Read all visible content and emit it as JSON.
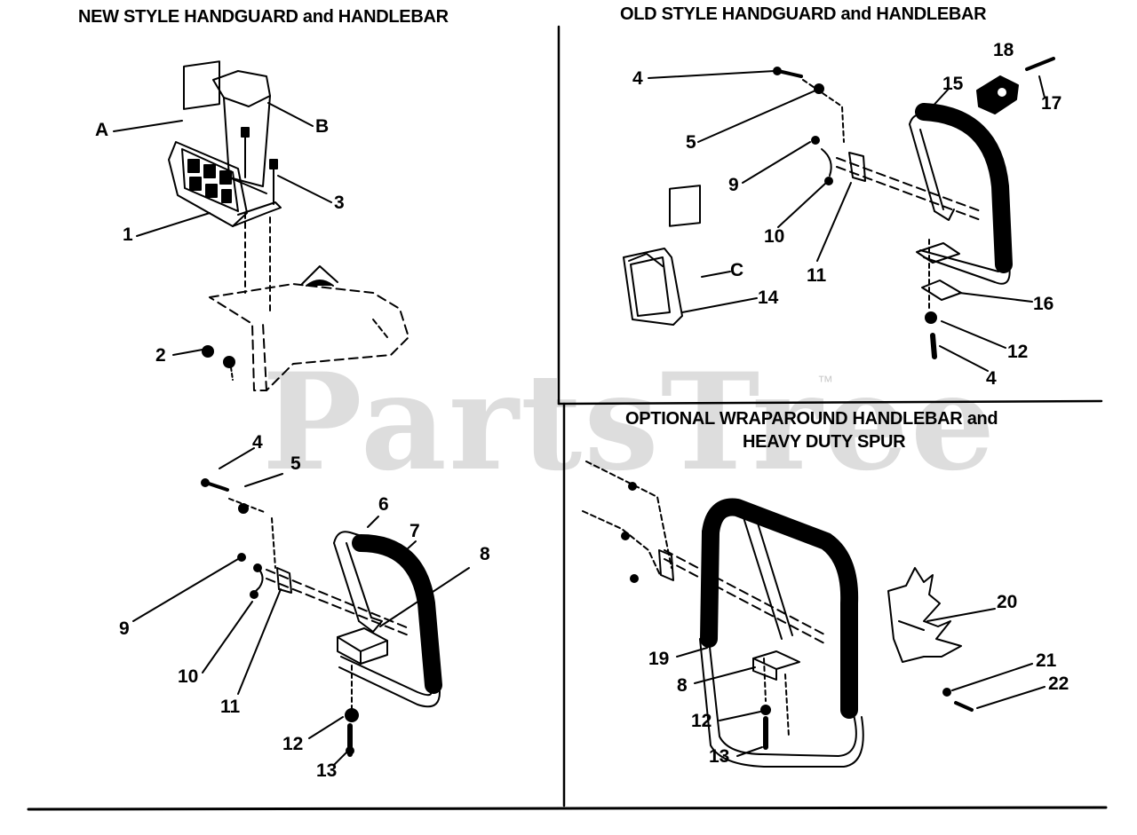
{
  "sections": {
    "new_style": {
      "title": "NEW STYLE HANDGUARD and HANDLEBAR"
    },
    "old_style": {
      "title": "OLD STYLE HANDGUARD and HANDLEBAR"
    },
    "optional": {
      "title_line1": "OPTIONAL WRAPAROUND HANDLEBAR and",
      "title_line2": "HEAVY DUTY SPUR"
    }
  },
  "callouts": {
    "new_handguard": {
      "A": "A",
      "B": "B",
      "n1": "1",
      "n2": "2",
      "n3": "3"
    },
    "new_handlebar": {
      "n4": "4",
      "n5": "5",
      "n6": "6",
      "n7": "7",
      "n8": "8",
      "n9": "9",
      "n10": "10",
      "n11": "11",
      "n12": "12",
      "n13": "13"
    },
    "old_style": {
      "n4a": "4",
      "n5": "5",
      "n9": "9",
      "n10": "10",
      "n11": "11",
      "C": "C",
      "n14": "14",
      "n15": "15",
      "n16": "16",
      "n17": "17",
      "n18": "18",
      "n12": "12",
      "n4b": "4"
    },
    "optional": {
      "n19": "19",
      "n20": "20",
      "n21": "21",
      "n22": "22",
      "n8": "8",
      "n12": "12",
      "n13": "13"
    }
  },
  "watermark": {
    "text": "PartsTree",
    "tm": "™"
  }
}
